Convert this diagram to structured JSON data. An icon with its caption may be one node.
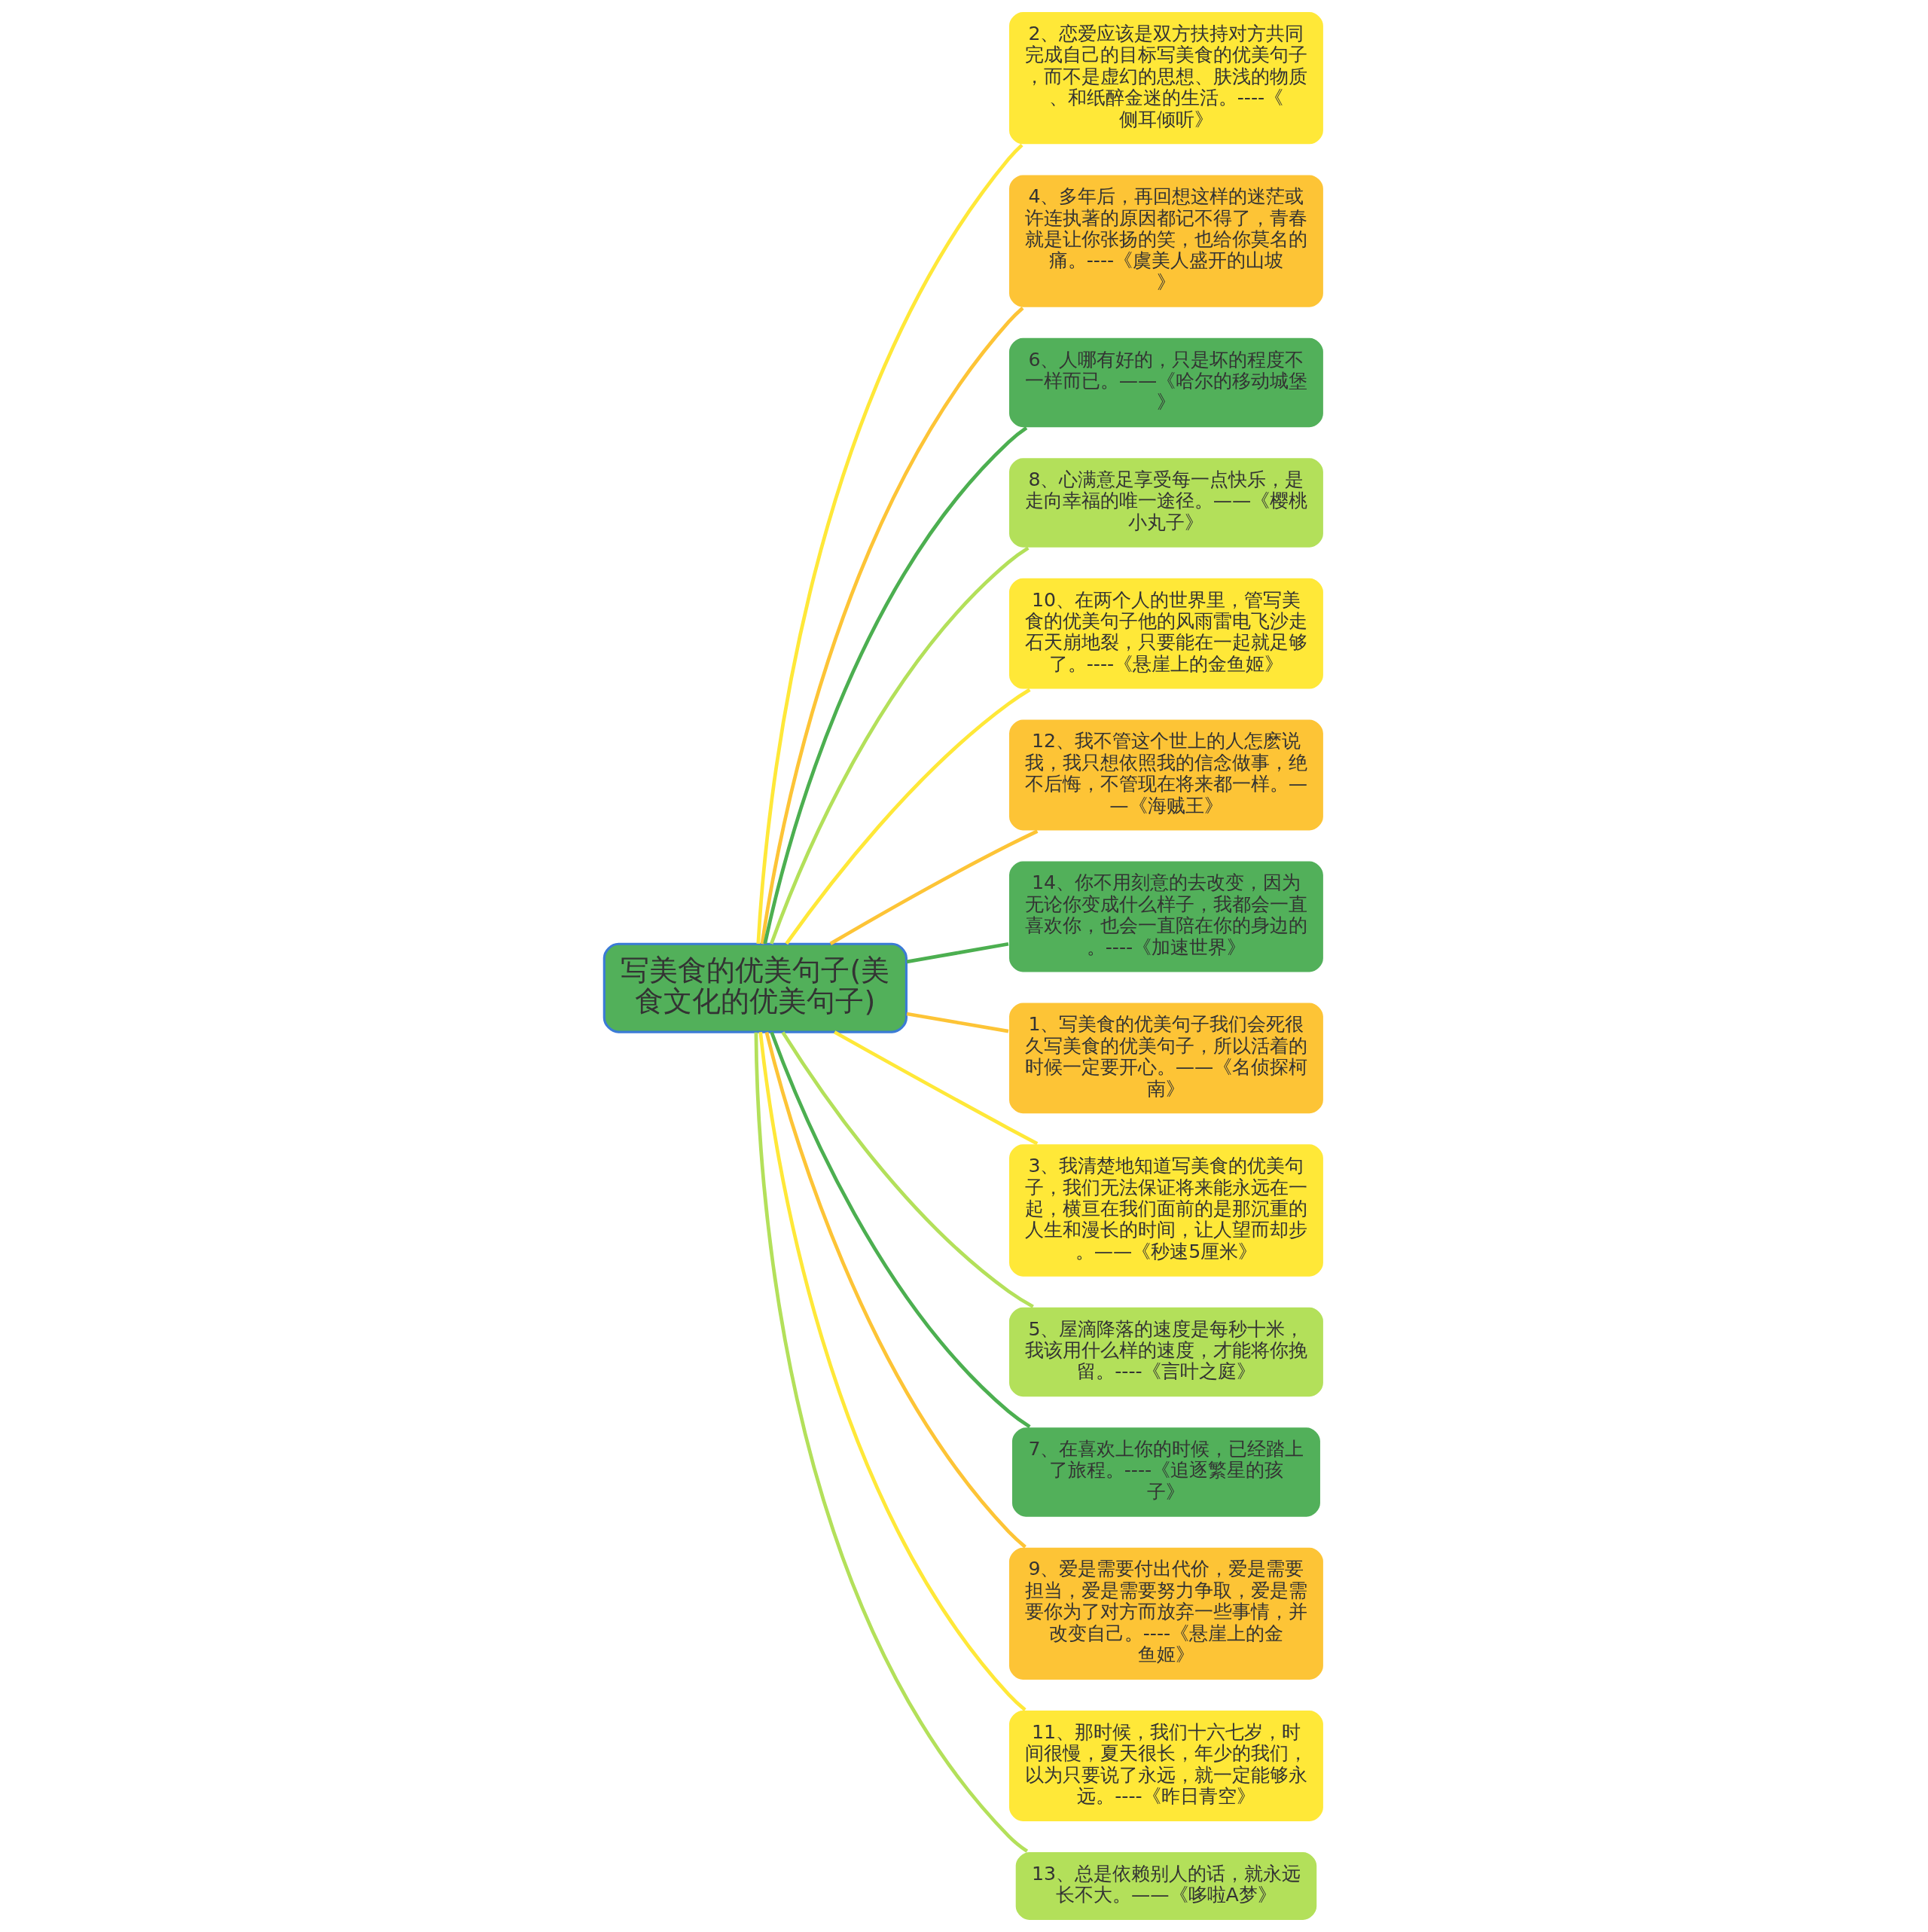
{
  "diagram": {
    "nodes": [
      {
        "text": [
          "写美食的优美句子(美食文化的优美句子)"
        ]
      },
      {
        "text": [
          "2、恋爱应该是双方扶持对方共同完成自己的目标写美食的优美句子，而不是虚幻的思想、肤浅的物质、和纸醉金迷的生活。----《侧耳倾听》"
        ]
      },
      {
        "text": [
          "4、多年后，再回想这样的迷茫或许连执著的原因都记不得了，青春就是让你张扬的笑，也给你莫名的痛。----《虞美人盛开的山坡》"
        ]
      },
      {
        "text": [
          "6、人哪有好的，只是坏的程度不一样而已。——《哈尔的移动城堡》"
        ]
      },
      {
        "text": [
          "8、心满意足享受每一点快乐，是走向幸福的唯一途径。——《樱桃小丸子》"
        ]
      },
      {
        "text": [
          "10、在两个人的世界里，管写美食的优美句子他的风雨雷电飞沙走石天崩地裂，只要能在一起就足够了。----《悬崖上的金鱼姬》"
        ]
      },
      {
        "text": [
          "12、我不管这个世上的人怎麽说我，我只想依照我的信念做事，绝不后悔，不管现在将来都一样。——《海贼王》"
        ]
      },
      {
        "text": [
          "14、你不用刻意的去改变，因为无论你变成什么样子，我都会一直喜欢你，也会一直陪在你的身边的。----《加速世界》"
        ]
      },
      {
        "text": [
          "1、写美食的优美句子我们会死很久写美食的优美句子，所以活着的时候一定要开心。——《名侦探柯南》"
        ]
      },
      {
        "text": [
          "3、我清楚地知道写美食的优美句子，我们无法保证将来能永远在一起，横亘在我们面前的是那沉重的人生和漫长的时间，让人望而却步。——《秒速5厘米》"
        ]
      },
      {
        "text": [
          "5、屋滴降落的速度是每秒十米，我该用什么样的速度，才能将你挽留。----《言叶之庭》"
        ]
      },
      {
        "text": [
          "7、在喜欢上你的时候，已经踏上了旅程。----《追逐繁星的孩子》"
        ]
      },
      {
        "text": [
          "9、爱是需要付出代价，爱是需要担当，爱是需要努力争取，爱是需要你为了对方而放弃一些事情，并改变自己。----《悬崖上的金鱼姬》"
        ]
      },
      {
        "text": [
          "11、那时候，我们十六七岁，时间很慢，夏天很长，年少的我们，以为只要说了永远，就一定能够永远。----《昨日青空》"
        ]
      },
      {
        "text": [
          "13、总是依赖别人的话，就永远长不大。——《哆啦A梦》"
        ]
      }
    ],
    "edges": [
      {
        "from": 0,
        "to": 1,
        "arrow": "none",
        "color": "#ffe838"
      },
      {
        "from": 0,
        "to": 2,
        "arrow": "none",
        "color": "#fdc436"
      },
      {
        "from": 0,
        "to": 3,
        "arrow": "none",
        "color": "#4caf50"
      },
      {
        "from": 0,
        "to": 4,
        "arrow": "none",
        "color": "#b3e05a"
      },
      {
        "from": 0,
        "to": 5,
        "arrow": "none",
        "color": "#ffe838"
      },
      {
        "from": 0,
        "to": 6,
        "arrow": "none",
        "color": "#fdc436"
      },
      {
        "from": 0,
        "to": 7,
        "arrow": "none",
        "color": "#4caf50"
      },
      {
        "from": 0,
        "to": 8,
        "arrow": "none",
        "color": "#fdc436"
      },
      {
        "from": 0,
        "to": 9,
        "arrow": "none",
        "color": "#ffe838"
      },
      {
        "from": 0,
        "to": 10,
        "arrow": "none",
        "color": "#b3e05a"
      },
      {
        "from": 0,
        "to": 11,
        "arrow": "none",
        "color": "#4caf50"
      },
      {
        "from": 0,
        "to": 12,
        "arrow": "none",
        "color": "#fdc436"
      },
      {
        "from": 0,
        "to": 13,
        "arrow": "none",
        "color": "#ffe838"
      },
      {
        "from": 0,
        "to": 14,
        "arrow": "none",
        "color": "#b3e05a"
      }
    ]
  }
}
